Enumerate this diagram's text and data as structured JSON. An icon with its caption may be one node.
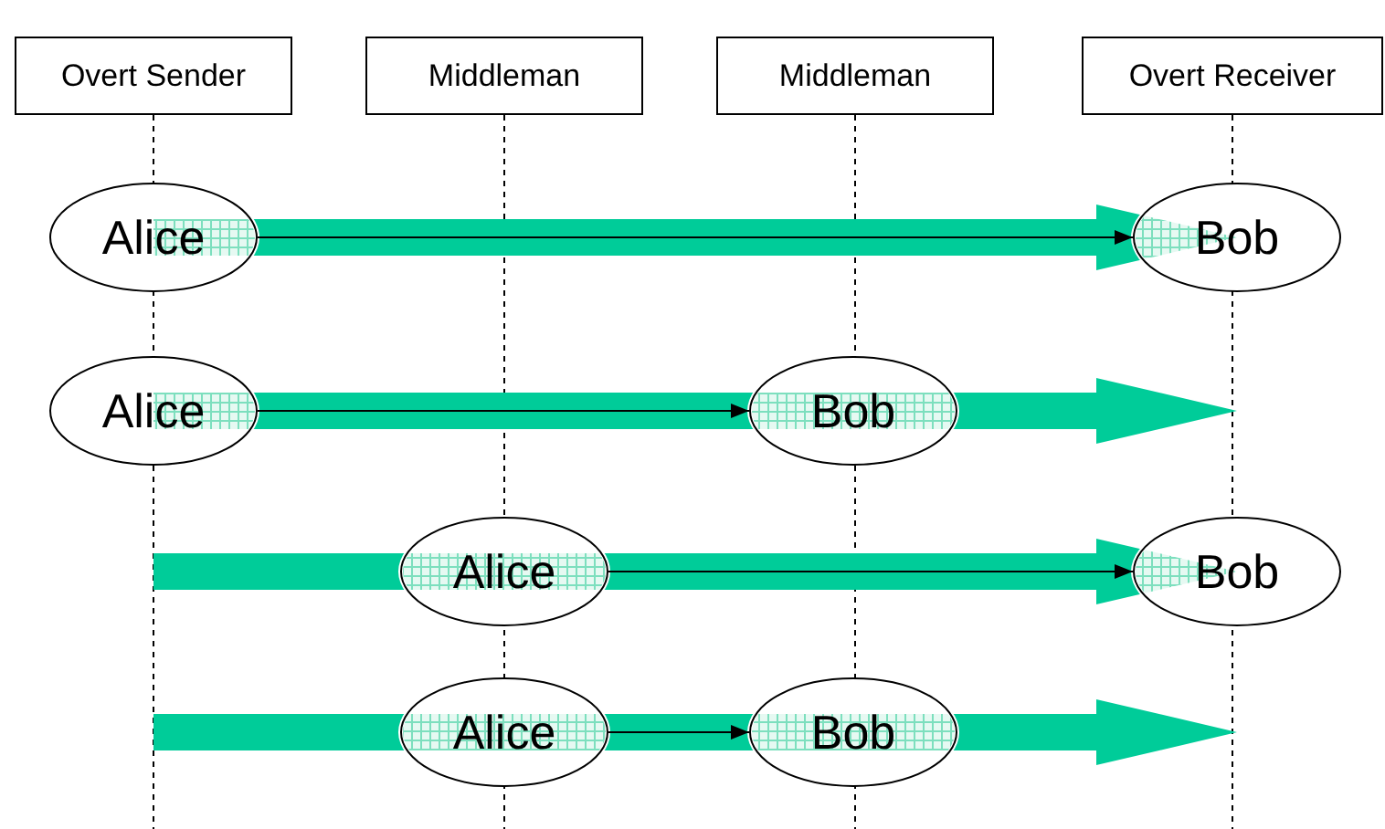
{
  "diagram": {
    "nodes": [
      {
        "text": [
          "Overt Sender"
        ]
      },
      {
        "text": [
          "Middleman"
        ]
      },
      {
        "text": [
          "Middleman"
        ]
      },
      {
        "text": [
          "Overt Receiver"
        ]
      },
      {
        "text": [
          "Alice"
        ]
      },
      {
        "text": [
          "Bob"
        ]
      },
      {
        "text": [
          "Alice"
        ]
      },
      {
        "text": [
          "Bob"
        ]
      },
      {
        "text": [
          "Alice"
        ]
      },
      {
        "text": [
          "Bob"
        ]
      },
      {
        "text": [
          "Alice"
        ]
      },
      {
        "text": [
          "Bob"
        ]
      }
    ],
    "edges": [
      {
        "from": 0,
        "to": null,
        "arrow": "none",
        "style": "dashed"
      },
      {
        "from": 1,
        "to": null,
        "arrow": "none",
        "style": "dashed"
      },
      {
        "from": 2,
        "to": null,
        "arrow": "none",
        "style": "dashed"
      },
      {
        "from": 3,
        "to": null,
        "arrow": "none",
        "style": "dashed"
      },
      {
        "from": 4,
        "to": 5,
        "arrow": "to"
      },
      {
        "from": 6,
        "to": 7,
        "arrow": "to"
      },
      {
        "from": 8,
        "to": 9,
        "arrow": "to"
      },
      {
        "from": 10,
        "to": 11,
        "arrow": "to"
      }
    ]
  }
}
